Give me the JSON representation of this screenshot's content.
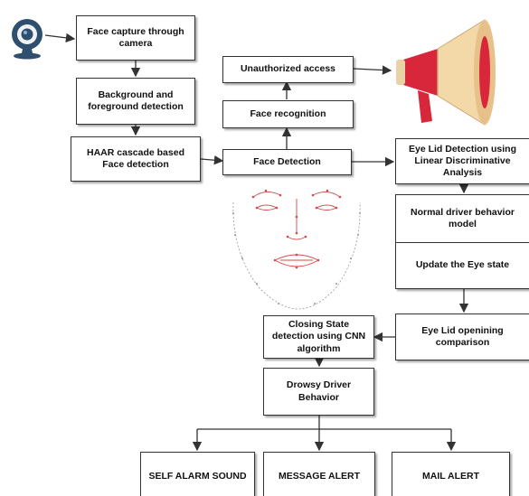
{
  "nodes": {
    "face_capture": "Face capture through camera",
    "background": "Background and foreground detection",
    "haar": "HAAR cascade based Face detection",
    "face_detection": "Face Detection",
    "face_recognition": "Face recognition",
    "unauthorized": "Unauthorized access",
    "eyelid_lda": "Eye Lid Detection using Linear Discriminative Analysis",
    "normal_model": "Normal driver behavior model",
    "update_eye": "Update the Eye state",
    "eyelid_compare": "Eye Lid openining comparison",
    "closing_cnn": "Closing State detection using CNN algorithm",
    "drowsy": "Drowsy Driver Behavior",
    "self_alarm": "SELF ALARM SOUND",
    "message_alert": "MESSAGE ALERT",
    "mail_alert": "MAIL ALERT"
  },
  "icons": {
    "camera": "webcam-icon",
    "alarm": "megaphone-icon",
    "face": "face-landmarks-icon"
  },
  "colors": {
    "line": "#333333",
    "megaphone_red": "#d8263a",
    "megaphone_body": "#f4d9a8",
    "webcam_blue": "#2f4f6f",
    "landmark_red": "#d44a4a"
  }
}
